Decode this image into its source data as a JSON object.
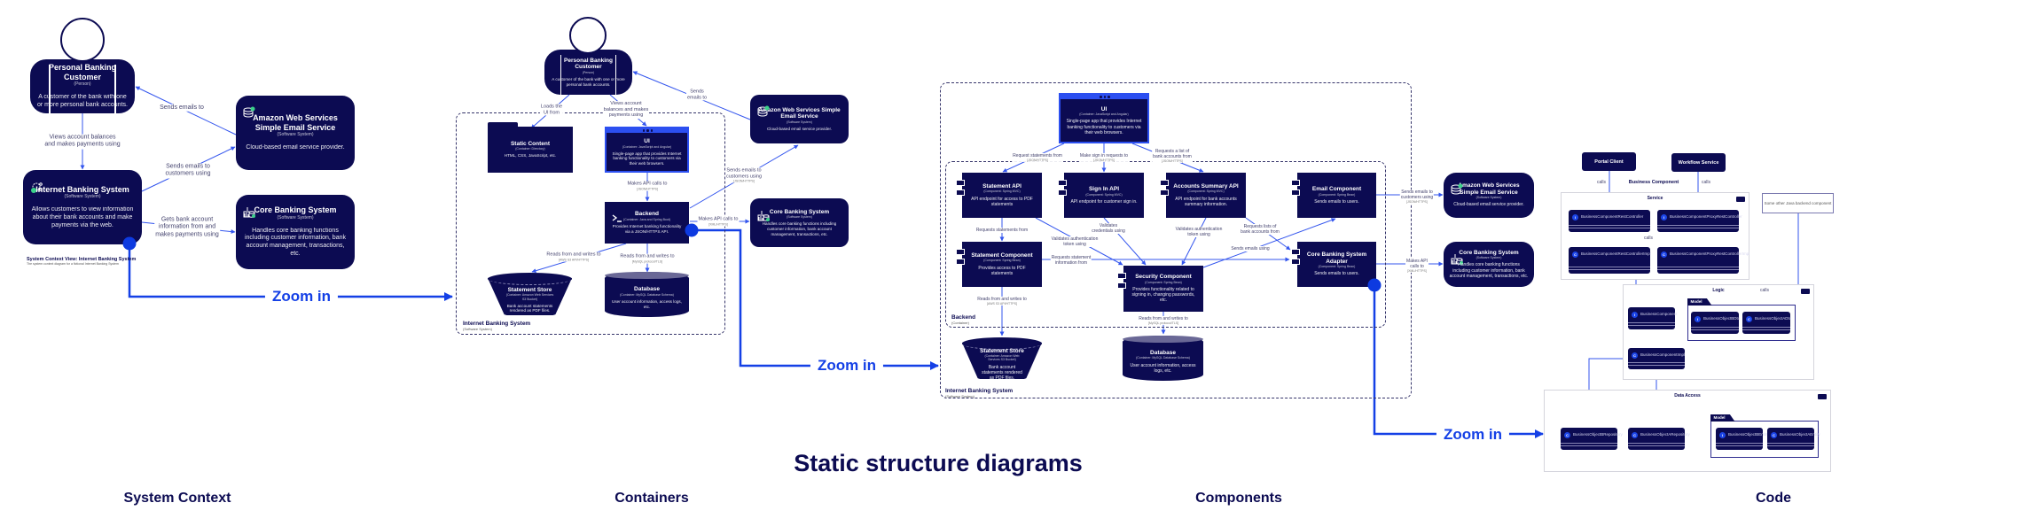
{
  "colors": {
    "navy": "#0c0b52",
    "accent_blue": "#1440e6",
    "line_blue": "#3355ee",
    "inherit_green": "#3bd18a"
  },
  "heading": "Static structure diagrams",
  "sections": {
    "context": "System Context",
    "containers": "Containers",
    "components": "Components",
    "code": "Code"
  },
  "zoom_label": "Zoom in",
  "system_context": {
    "caption_title": "System Context View: Internet Banking System",
    "caption_sub": "The system context diagram for a fictional Internet Banking System",
    "nodes": {
      "person": {
        "title": "Personal Banking Customer",
        "kind": "(Person)",
        "desc": "A customer of the bank with one or more personal bank accounts."
      },
      "aws": {
        "title": "Amazon Web Services Simple Email Service",
        "kind": "(Software System)",
        "desc": "Cloud-based email service provider.",
        "icon": "email-database-icon"
      },
      "ibs": {
        "title": "Internet Banking System",
        "kind": "(Software System)",
        "desc": "Allows customers to view information about their bank accounts and make payments via the web.",
        "icon": "banking-system-icon"
      },
      "core": {
        "title": "Core Banking System",
        "kind": "(Software System)",
        "desc": "Handles core banking functions including customer information, bank account management, transactions, etc.",
        "icon": "core-banking-icon"
      }
    },
    "edges": [
      {
        "label": "Sends emails to"
      },
      {
        "label": "Views account balances\nand makes payments using"
      },
      {
        "label": "Sends emails to\ncustomers using"
      },
      {
        "label": "Gets bank account\ninformation from and\nmakes payments using"
      }
    ]
  },
  "containers": {
    "boundary": {
      "title": "Internet Banking System",
      "kind": "(Software System)"
    },
    "nodes": {
      "person": {
        "title": "Personal Banking Customer",
        "kind": "(Person)",
        "desc": "A customer of the bank with one or more personal bank accounts."
      },
      "static": {
        "title": "Static Content",
        "kind": "(Container: Directory)",
        "desc": "HTML, CSS, JavaScript, etc."
      },
      "ui": {
        "title": "UI",
        "kind": "(Container: JavaScript and Angular)",
        "desc": "Single-page app that provides Internet banking functionality to customers via their web browsers."
      },
      "backend": {
        "title": "Backend",
        "kind": "(Container: Java and Spring Boot)",
        "desc": "Provides Internet banking functionality via a JSON/HTTPS API.",
        "icon": "terminal-icon"
      },
      "store": {
        "title": "Statement Store",
        "kind": "(Container: Amazon Web Services S3 Bucket)",
        "desc": "Bank account statements rendered as PDF files."
      },
      "db": {
        "title": "Database",
        "kind": "(Container: MySQL Database Schema)",
        "desc": "User account information, access logs, etc."
      },
      "aws": {
        "title": "Amazon Web Services Simple Email Service",
        "kind": "(Software System)",
        "desc": "Cloud-based email service provider.",
        "icon": "email-database-icon"
      },
      "core": {
        "title": "Core Banking System",
        "kind": "(Software System)",
        "desc": "Handles core banking functions including customer information, bank account management, transactions, etc.",
        "icon": "core-banking-icon"
      }
    },
    "edges": [
      {
        "label": "Loads the\nUI from"
      },
      {
        "label": "Views account\nbalances and makes\npayments using"
      },
      {
        "label": "Sends\nemails to"
      },
      {
        "label": "Makes API calls to",
        "tech": "[JSON/HTTPS]"
      },
      {
        "label": "Sends emails to\ncustomers using",
        "tech": "[JSON/HTTPS]"
      },
      {
        "label": "Makes API calls to",
        "tech": "[XML/HTTPS]"
      },
      {
        "label": "Reads from and writes to",
        "tech": "[AWS S3 API/HTTPS]"
      },
      {
        "label": "Reads from and writes to",
        "tech": "[MySQL protocol/TLS]"
      }
    ]
  },
  "components": {
    "boundary": {
      "title": "Internet Banking System",
      "kind": "(Software System)"
    },
    "backend_boundary": {
      "title": "Backend",
      "kind": "(Container)"
    },
    "nodes": {
      "ui": {
        "title": "UI",
        "kind": "(Container: JavaScript and Angular)",
        "desc": "Single-page app that provides Internet banking functionality to customers via their web browsers."
      },
      "statement_api": {
        "title": "Statement API",
        "kind": "(Component: Spring MVC)",
        "desc": "API endpoint for access to PDF statements"
      },
      "sign_in_api": {
        "title": "Sign In API",
        "kind": "(Component: Spring MVC)",
        "desc": "API endpoint for customer sign in."
      },
      "accounts_api": {
        "title": "Accounts Summary API",
        "kind": "(Component: Spring MVC)",
        "desc": "API endpoint for bank accounts summary information."
      },
      "email": {
        "title": "Email Component",
        "kind": "(Component: Spring Bean)",
        "desc": "Sends emails to users."
      },
      "statement_comp": {
        "title": "Statement Component",
        "kind": "(Component: Spring Bean)",
        "desc": "Provides access to PDF statements"
      },
      "security": {
        "title": "Security Component",
        "kind": "(Component: Spring Bean)",
        "desc": "Provides functionality related to signing in, changing passwords, etc."
      },
      "adapter": {
        "title": "Core Banking System Adapter",
        "kind": "(Component: Spring Bean)",
        "desc": "Sends emails to users."
      },
      "store": {
        "title": "Statement Store",
        "kind": "(Container: Amazon Web Services S3 Bucket)",
        "desc": "Bank account statements rendered as PDF files."
      },
      "db": {
        "title": "Database",
        "kind": "(Container: MySQL Database Schema)",
        "desc": "User account information, access logs, etc."
      },
      "aws": {
        "title": "Amazon Web Services Simple Email Service",
        "kind": "(Software System)",
        "desc": "Cloud-based email service provider.",
        "icon": "email-database-icon"
      },
      "core": {
        "title": "Core Banking System",
        "kind": "(Software System)",
        "desc": "Handles core banking functions including customer information, bank account management, transactions, etc.",
        "icon": "core-banking-icon"
      }
    },
    "edges": [
      {
        "label": "Request statements from",
        "tech": "[JSON/HTTPS]"
      },
      {
        "label": "Make sign in requests to",
        "tech": "[JSON/HTTPS]"
      },
      {
        "label": "Requests a list of\nbank accounts from",
        "tech": "[JSON/HTTPS]"
      },
      {
        "label": "Requests statements from"
      },
      {
        "label": "Validates authentication\ntoken using"
      },
      {
        "label": "Validates\ncredentials using"
      },
      {
        "label": "Validates authentication\ntoken using"
      },
      {
        "label": "Requests lists of\nbank accounts from"
      },
      {
        "label": "Sends emails using"
      },
      {
        "label": "Requests statement\ninformation from"
      },
      {
        "label": "Reads from and writes to",
        "tech": "[AWS S3 API/HTTPS]"
      },
      {
        "label": "Reads from and writes to",
        "tech": "[MySQL protocol/TLS]"
      },
      {
        "label": "Sends emails to\ncustomers using",
        "tech": "[JSON/HTTPS]"
      },
      {
        "label": "Makes API\ncalls to",
        "tech": "[XML/HTTPS]"
      }
    ]
  },
  "code": {
    "title": "Business Component",
    "portal_client": "Portal Client",
    "workflow_service": "Workflow Service",
    "other_component": "Some other Java backend component",
    "packages": {
      "service": "Service",
      "logic": "Logic",
      "data_access": "Data Access",
      "model": "Model"
    },
    "classes": {
      "rest_controller": {
        "name": "BusinessComponentRestController",
        "badge": "I"
      },
      "proxy_controller": {
        "name": "BusinessComponentProxyRestController",
        "badge": "I"
      },
      "rest_controller_impl": {
        "name": "BusinessComponentRestControllerImpl",
        "badge": "C"
      },
      "proxy_controller_impl": {
        "name": "BusinessComponentProxyRestControllerImpl",
        "badge": "C"
      },
      "business_component": {
        "name": "BusinessComponent",
        "badge": "I"
      },
      "business_component_impl": {
        "name": "BusinessComponentImpl",
        "badge": "C"
      },
      "dto_b": {
        "name": "BusinessObjectBDto",
        "badge": "I"
      },
      "dto_a": {
        "name": "BusinessObjectADto",
        "badge": "C"
      },
      "repo_b": {
        "name": "BusinessObjectBRepository",
        "badge": "C"
      },
      "repo_a": {
        "name": "BusinessObjectARepository",
        "badge": "C"
      },
      "entity_b": {
        "name": "BusinessObjectBEntity",
        "badge": "I"
      },
      "entity_a": {
        "name": "BusinessObjectAEntity",
        "badge": "C"
      }
    },
    "edges": [
      {
        "label": "calls"
      },
      {
        "label": "calls"
      },
      {
        "label": "calls"
      },
      {
        "label": "calls"
      }
    ]
  }
}
